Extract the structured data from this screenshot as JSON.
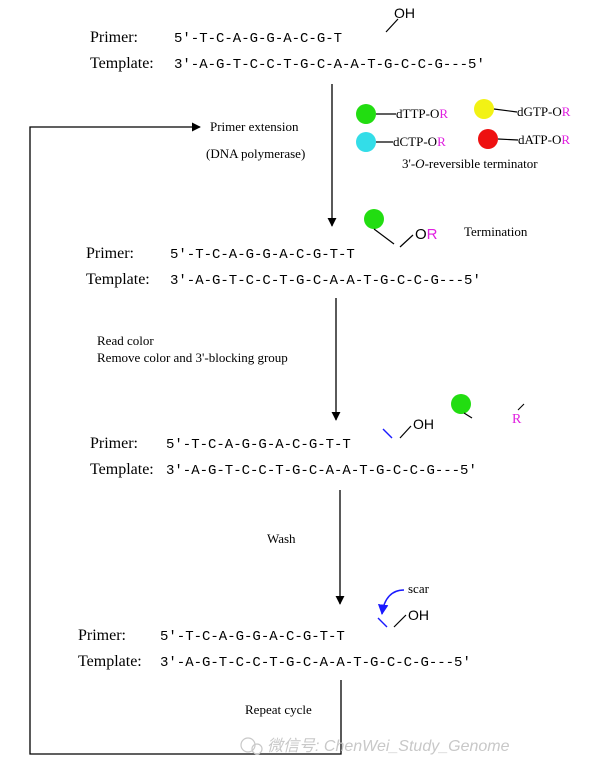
{
  "stages": [
    {
      "primer_label": "Primer:",
      "template_label": "Template:",
      "primer_seq": "5'-T-C-A-G-G-A-C-G-T",
      "template_seq": "3'-A-G-T-C-C-T-G-C-A-A-T-G-C-C-G---5'",
      "end_group": "OH"
    },
    {
      "primer_label": "Primer:",
      "template_label": "Template:",
      "primer_seq": "5'-T-C-A-G-G-A-C-G-T-T",
      "template_seq": "3'-A-G-T-C-C-T-G-C-A-A-T-G-C-C-G---5'",
      "end_o": "O",
      "end_r": "R"
    },
    {
      "primer_label": "Primer:",
      "template_label": "Template:",
      "primer_seq": "5'-T-C-A-G-G-A-C-G-T-T",
      "template_seq": "3'-A-G-T-C-C-T-G-C-A-A-T-G-C-C-G---5'",
      "end_group": "OH",
      "released_r": "R"
    },
    {
      "primer_label": "Primer:",
      "template_label": "Template:",
      "primer_seq": "5'-T-C-A-G-G-A-C-G-T-T",
      "template_seq": "3'-A-G-T-C-C-T-G-C-A-A-T-G-C-C-G---5'",
      "end_group": "OH",
      "scar_label": "scar"
    }
  ],
  "legend": {
    "items": [
      {
        "base": "dTTP-O",
        "r": "R",
        "color": "#22dd11"
      },
      {
        "base": "dGTP-O",
        "r": "R",
        "color": "#f2f214"
      },
      {
        "base": "dCTP-O",
        "r": "R",
        "color": "#33dde8"
      },
      {
        "base": "dATP-O",
        "r": "R",
        "color": "#ee1111"
      }
    ],
    "caption_prefix": "3'-",
    "caption_italic": "O",
    "caption_suffix": "-reversible terminator"
  },
  "steps": {
    "primer_extension": "Primer extension",
    "dna_polymerase": "(DNA polymerase)",
    "termination": "Termination",
    "read_color": "Read color",
    "remove_color": "Remove color and 3'-blocking group",
    "wash": "Wash",
    "repeat_cycle": "Repeat cycle"
  },
  "watermark": "微信号: ChenWei_Study_Genome",
  "colors": {
    "r_group": "#e020e0",
    "scar": "#1a1aff",
    "text": "#000000",
    "watermark": "#c8c8c8"
  }
}
